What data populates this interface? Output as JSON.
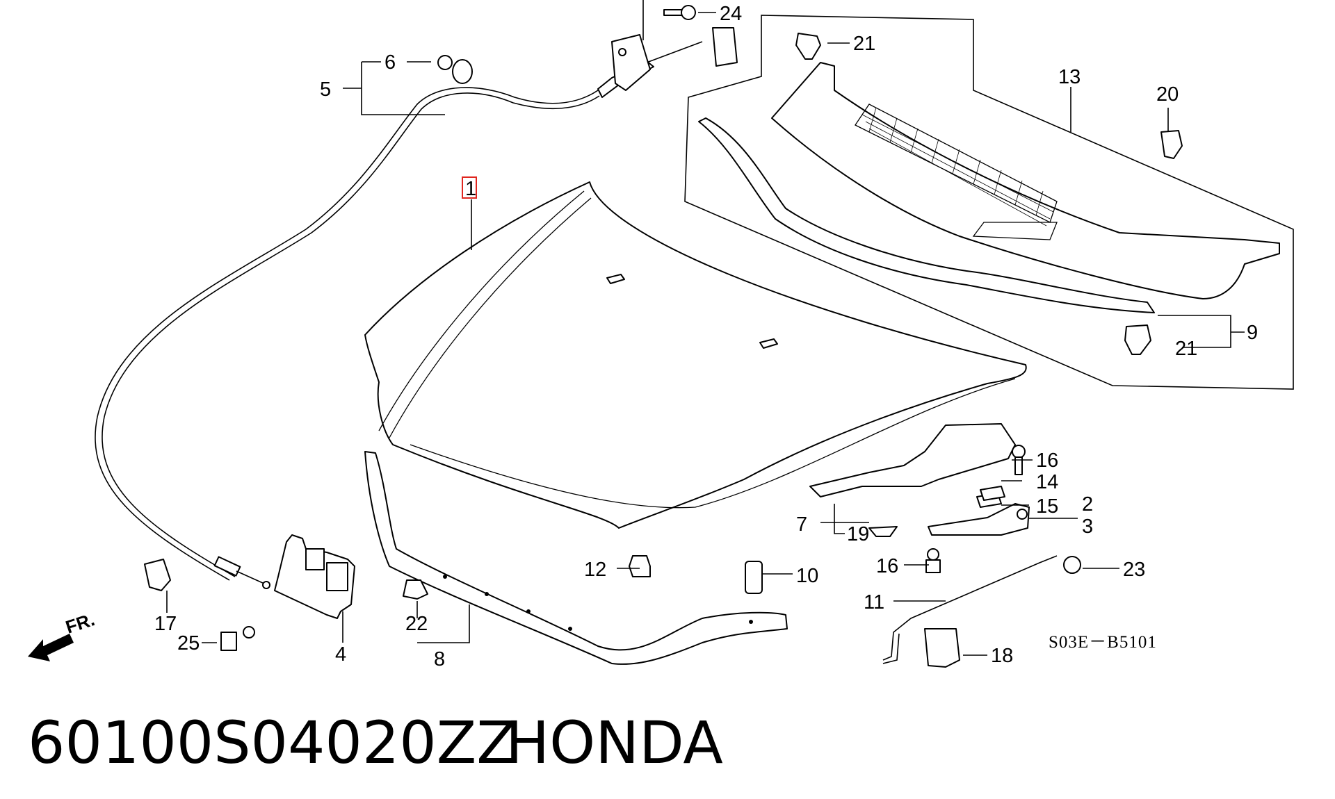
{
  "diagram": {
    "callouts": [
      "1",
      "2",
      "3",
      "4",
      "5",
      "6",
      "7",
      "8",
      "9",
      "10",
      "11",
      "12",
      "13",
      "14",
      "15",
      "16",
      "16",
      "17",
      "18",
      "19",
      "20",
      "21",
      "21",
      "22",
      "23",
      "24",
      "25"
    ],
    "direction_label": "FR.",
    "drawing_code": "S03E－B5101",
    "highlight_color": "#e0261f"
  },
  "footer": {
    "part_number": "60100S04020ZZ",
    "brand": "HONDA"
  }
}
